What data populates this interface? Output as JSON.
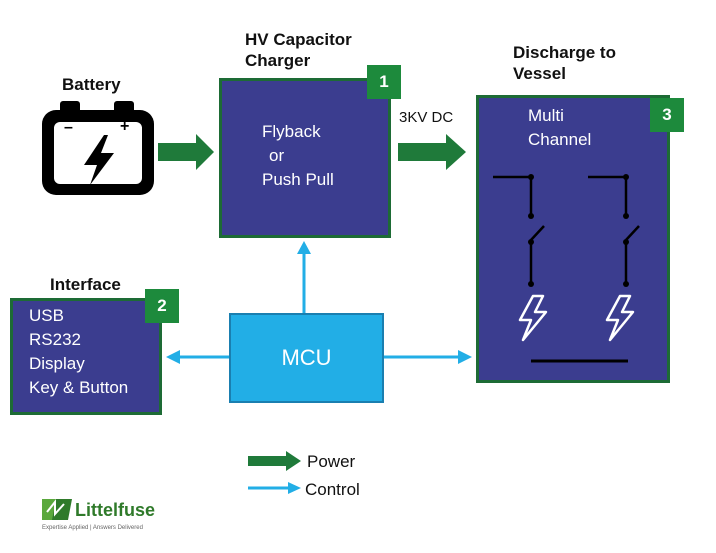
{
  "battery": {
    "title": "Battery",
    "minus": "–",
    "plus": "+"
  },
  "charger": {
    "title_line1": "HV Capacitor",
    "title_line2": "Charger",
    "badge": "1",
    "line1": "Flyback",
    "line2": "or",
    "line3": "Push Pull"
  },
  "output_label": "3KV DC",
  "discharge": {
    "title_line1": "Discharge to",
    "title_line2": "Vessel",
    "badge": "3",
    "line1": "Multi",
    "line2": "Channel"
  },
  "interface": {
    "title": "Interface",
    "badge": "2",
    "items": [
      "USB",
      "RS232",
      "Display",
      "Key & Button"
    ]
  },
  "mcu": {
    "label": "MCU"
  },
  "legend": {
    "power": "Power",
    "control": "Control"
  },
  "logo": {
    "name": "Littelfuse",
    "tagline": "Expertise Applied | Answers Delivered"
  },
  "colors": {
    "box": "#3b3d8f",
    "badge": "#1d8a3c",
    "power_arrow": "#1f7a3a",
    "control_arrow": "#22aee6",
    "mcu": "#22aee6"
  }
}
